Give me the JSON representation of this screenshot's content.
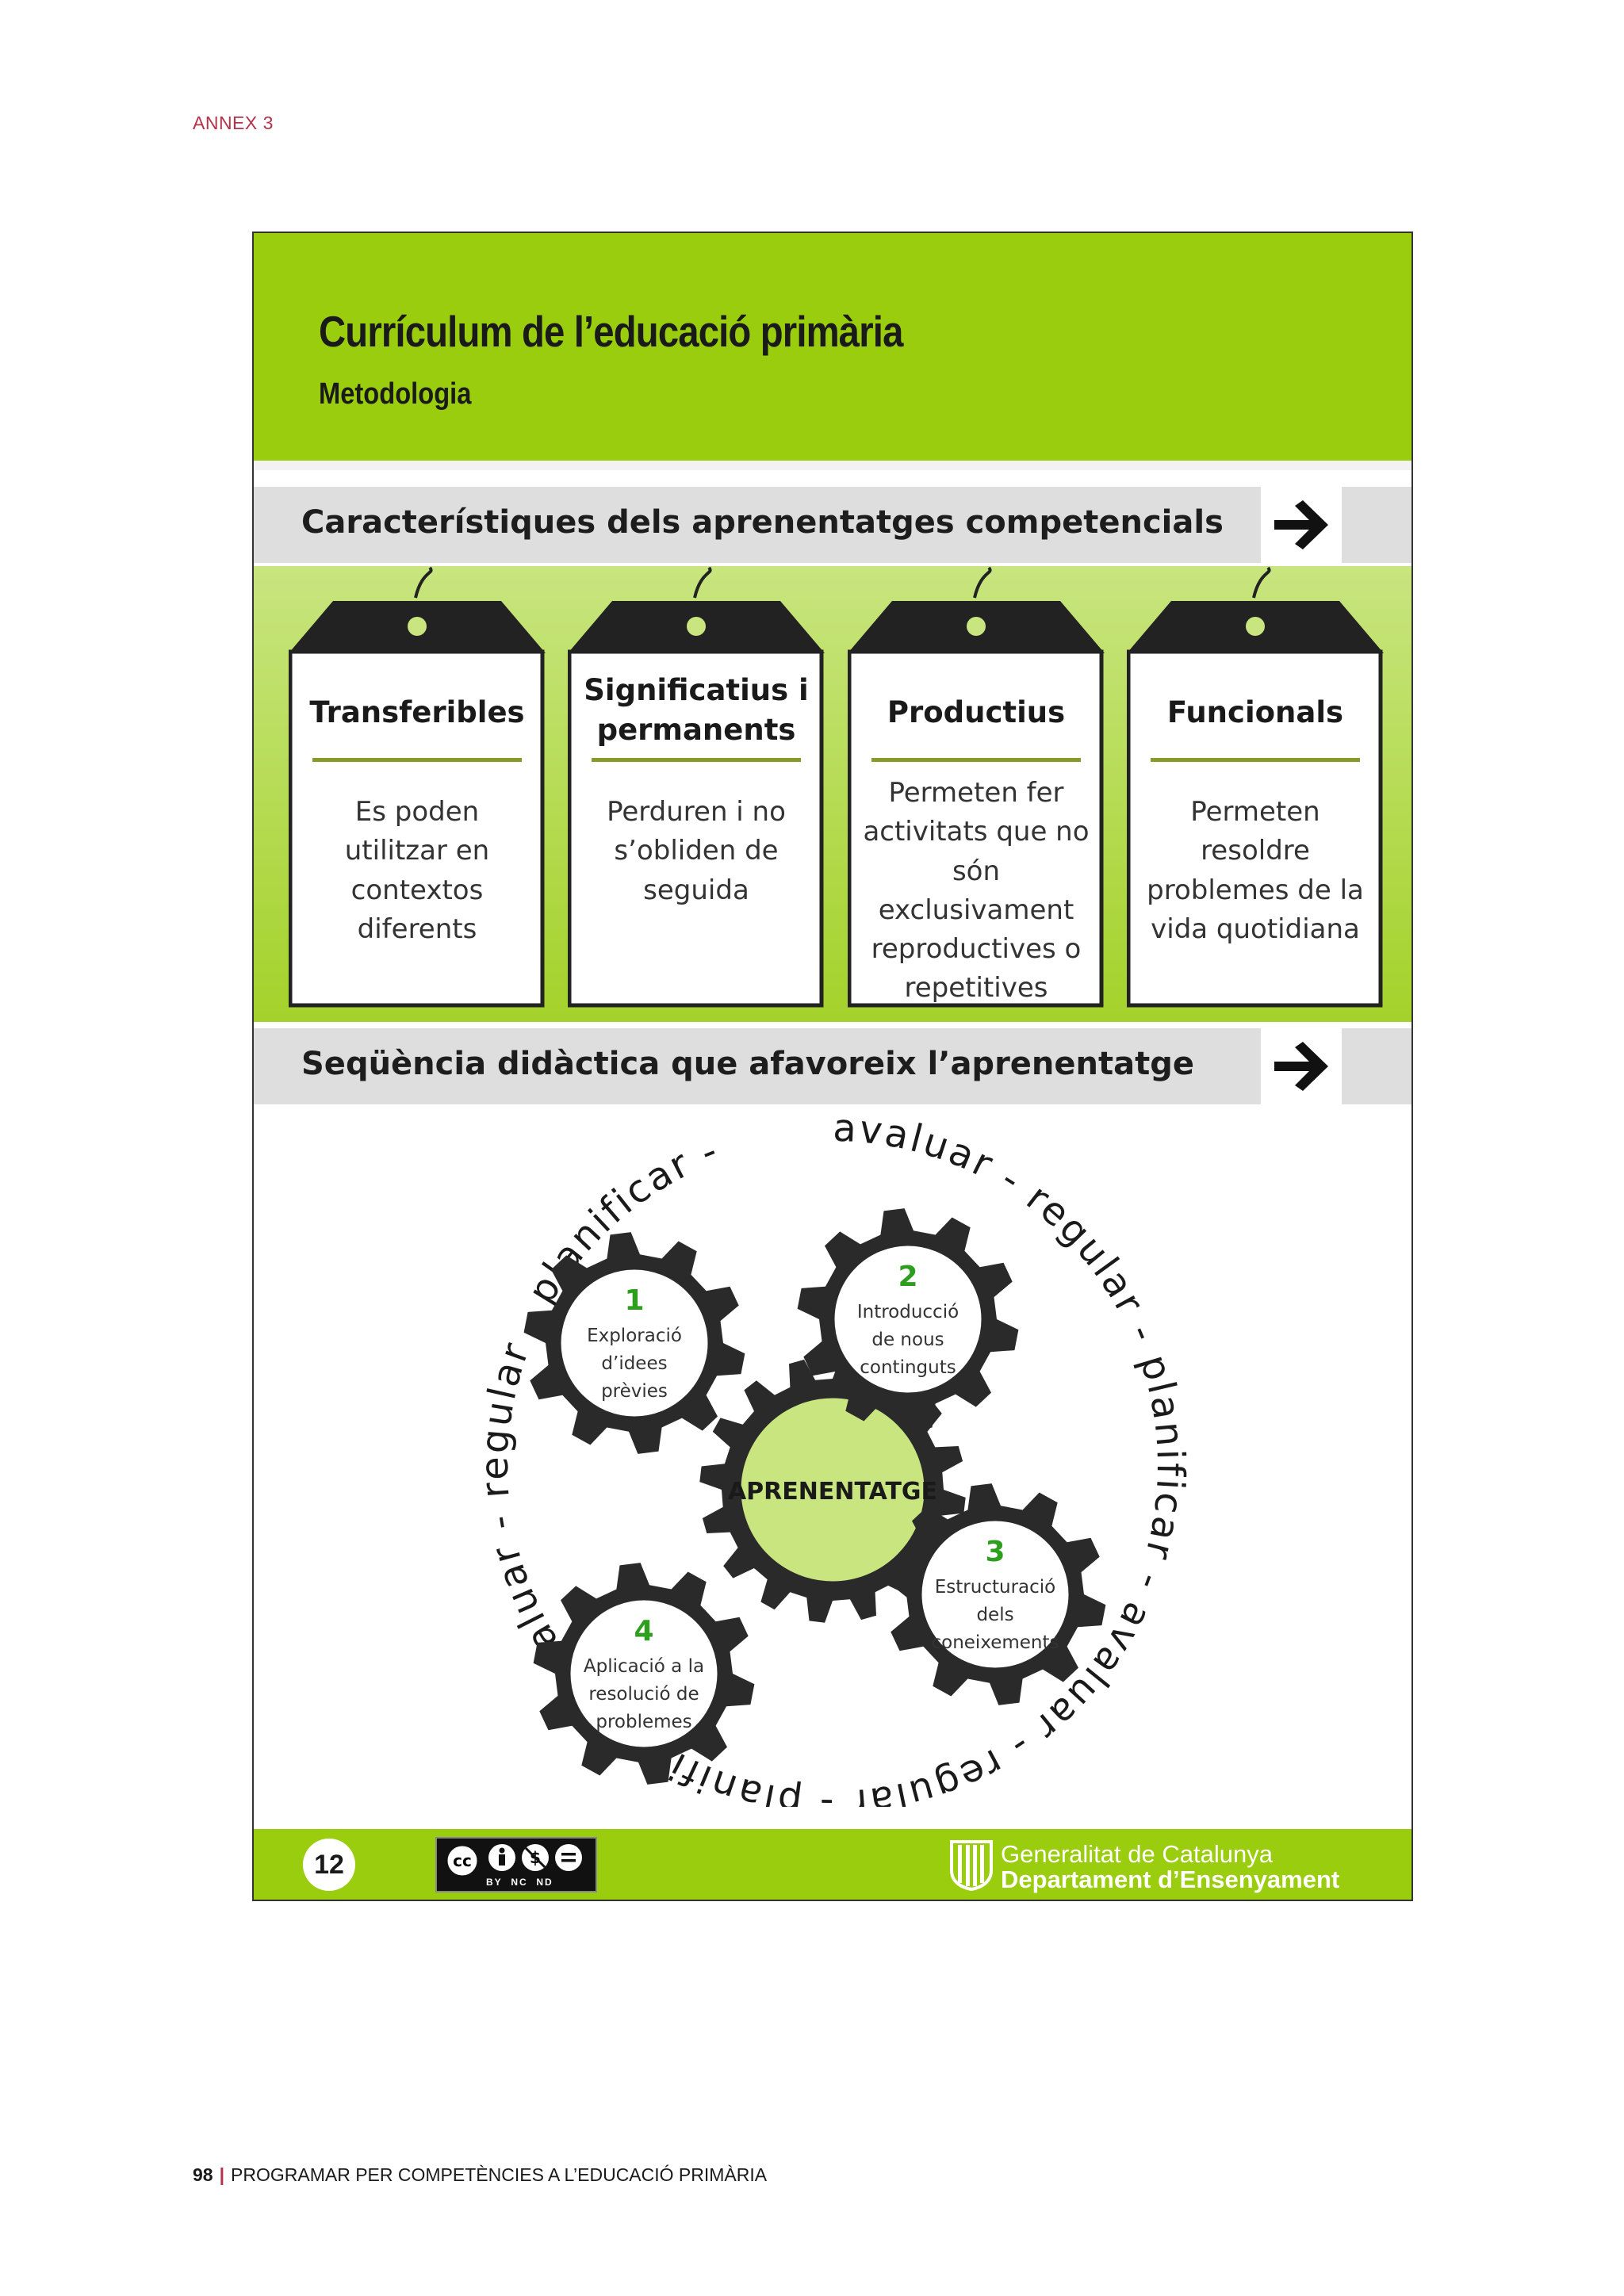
{
  "annex": "ANNEX 3",
  "slide": {
    "title": "Currículum de l’educació primària",
    "subtitle": "Metodologia",
    "section1_title": "Característiques dels aprenentatges competencials",
    "section2_title": "Seqüència didàctica que afavoreix l’aprenentatge",
    "tags": [
      {
        "title": "Transferibles",
        "text": "Es poden utilitzar en contextos diferents"
      },
      {
        "title": "Significatius i permanents",
        "text": "Perduren i no s’obliden de seguida"
      },
      {
        "title": "Productius",
        "text": "Permeten fer activitats que no són exclusivament reproductives o repetitives"
      },
      {
        "title": "Funcionals",
        "text": "Permeten resoldre problemes de la vida quotidiana"
      }
    ],
    "cycle": {
      "ring_text": "avaluar - regular - planificar - avaluar - regular - planificar - avaluar - regular - planificar -",
      "center": "APRENENTATGE",
      "steps": [
        {
          "number": "1",
          "label": "Exploració d’idees prèvies"
        },
        {
          "number": "2",
          "label": "Introducció de nous continguts"
        },
        {
          "number": "3",
          "label": "Estructuració dels coneixements"
        },
        {
          "number": "4",
          "label": "Aplicació a la resolució de problemes"
        }
      ]
    },
    "footer": {
      "page_number": "12",
      "license": [
        "BY",
        "NC",
        "ND"
      ],
      "org_line1": "Generalitat de Catalunya",
      "org_line2": "Departament d’Ensenyament"
    }
  },
  "page_footer": {
    "number": "98",
    "title": "PROGRAMAR PER COMPETÈNCIES A L’EDUCACIÓ PRIMÀRIA"
  },
  "colors": {
    "accent_green": "#9acd0d",
    "step_number_green": "#2e9e1f",
    "annex_red": "#b5324b"
  }
}
